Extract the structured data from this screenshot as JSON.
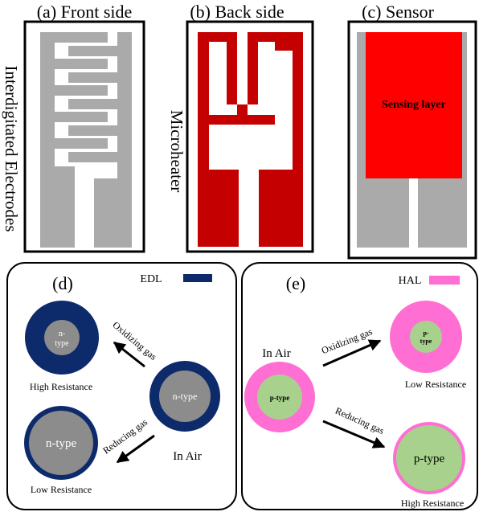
{
  "panels": {
    "front": {
      "title": "(a) Front side",
      "side_label": "Interdigitated Electrodes"
    },
    "back": {
      "title": "(b) Back side",
      "side_label": "Microheater"
    },
    "sensor": {
      "title": "(c) Sensor",
      "layer_label": "Sensing layer"
    },
    "ntype": {
      "tag": "(d)",
      "legend": "EDL",
      "in_air": "In Air",
      "oxidizing": "Oxidizing gas",
      "reducing": "Reducing gas",
      "center_label": "n-type",
      "small_label_line1": "n-",
      "small_label_line2": "type",
      "large_label": "n-type",
      "high_resistance": "High Resistance",
      "low_resistance": "Low Resistance"
    },
    "ptype": {
      "tag": "(e)",
      "legend": "HAL",
      "in_air": "In Air",
      "oxidizing": "Oxidizing gas",
      "reducing": "Reducing gas",
      "center_label": "p-type",
      "small_label_line1": "p-",
      "small_label_line2": "type",
      "large_label": "p-type",
      "low_resistance": "Low Resistance",
      "high_resistance": "High Resistance"
    }
  },
  "colors": {
    "electrode_gray": "#aaaaaa",
    "heater_red": "#c40000",
    "sensing_red": "#ff0000",
    "edl_navy": "#0d2a6b",
    "ntype_gray": "#8c8c8c",
    "hal_pink": "#ff6ed2",
    "ptype_green": "#a9d18e"
  }
}
